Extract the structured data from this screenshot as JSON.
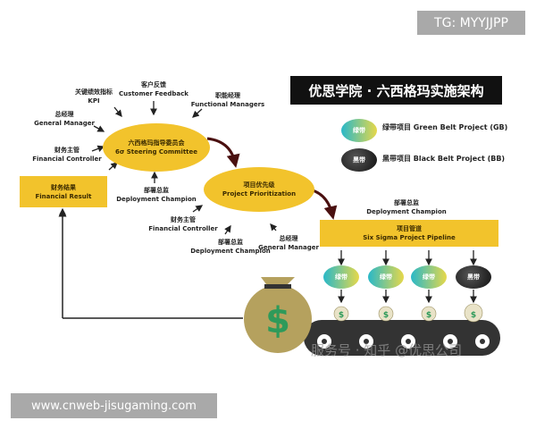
{
  "overlay": {
    "tg": "TG: MYYJJPP",
    "website": "www.cnweb-jisugaming.com",
    "watermark": "服务号 · 知乎 @优思公司"
  },
  "title": "优思学院 · 六西格玛实施架构",
  "legend": [
    {
      "badge": "绿带",
      "text": "绿带项目 Green Belt Project (GB)"
    },
    {
      "badge": "黑带",
      "text": "黑带项目 Black Belt Project (BB)"
    }
  ],
  "nodes": {
    "steering": {
      "zh": "六西格玛指导委员会",
      "en": "6σ Steering Committee"
    },
    "prioritization": {
      "zh": "项目优先级",
      "en": "Project Prioritization"
    },
    "financial_result": {
      "zh": "财务结果",
      "en": "Financial Result"
    },
    "pipeline": {
      "zh": "项目管道",
      "en": "Six Sigma Project Pipeline"
    }
  },
  "inputs": {
    "customer": {
      "zh": "客户反馈",
      "en": "Customer Feedback"
    },
    "kpi": {
      "zh": "关键绩效指标",
      "en": "KPI"
    },
    "functional": {
      "zh": "职能经理",
      "en": "Functional Managers"
    },
    "gm1": {
      "zh": "总经理",
      "en": "General Manager"
    },
    "fc1": {
      "zh": "财务主管",
      "en": "Financial Controller"
    },
    "dc1": {
      "zh": "部署总监",
      "en": "Deployment Champion"
    },
    "fc2": {
      "zh": "财务主管",
      "en": "Financial Controller"
    },
    "dc2": {
      "zh": "部署总监",
      "en": "Deployment Champion"
    },
    "gm2": {
      "zh": "总经理",
      "en": "General Manager"
    },
    "dc3": {
      "zh": "部署总监",
      "en": "Deployment Champion"
    }
  },
  "belts": [
    "绿带",
    "绿带",
    "绿带",
    "黑带"
  ],
  "colors": {
    "yellow": "#f2c32c",
    "dark": "#333333",
    "arrow": "#5a1a1a"
  }
}
